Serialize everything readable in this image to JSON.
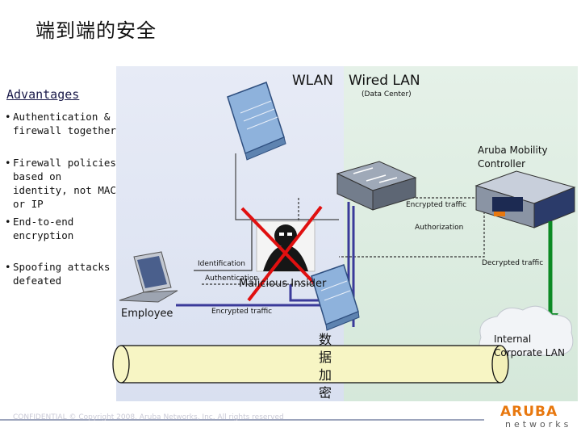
{
  "slide": {
    "title": "端到端的安全"
  },
  "advantages": {
    "title": "Advantages",
    "items": [
      {
        "line1": "Authentication &",
        "line2": "firewall together"
      },
      {
        "line1": "Firewall policies",
        "line2": "based on identity, not MAC or IP"
      },
      {
        "line1": "End-to-end",
        "line2": "encryption"
      },
      {
        "line1": "Spoofing attacks",
        "line2": "defeated"
      }
    ]
  },
  "zones": {
    "wlan": "WLAN",
    "wired": "Wired LAN",
    "wired_sub": "(Data Center)"
  },
  "controller": {
    "line1": "Aruba Mobility",
    "line2": "Controller"
  },
  "labels": {
    "encrypted_traffic_top": "Encrypted traffic",
    "authorization": "Authorization",
    "identification": "Identification",
    "authentication": "Authentication",
    "malicious_insider": "Malicious Insider",
    "decrypted_traffic": "Decrypted traffic",
    "employee": "Employee",
    "encrypted_traffic_bottom": "Encrypted traffic",
    "internal_line1": "Internal",
    "internal_line2": "Corporate LAN"
  },
  "data_encryption": {
    "c1": "数",
    "c2": "据",
    "c3": "加",
    "c4": "密"
  },
  "footer": {
    "text": "CONFIDENTIAL © Copyright 2008. Aruba Networks, Inc. All rights reserved"
  },
  "logo": {
    "name": "ARUBA",
    "tagline": "networks"
  },
  "colors": {
    "tunnel_fill": "#f7f5c4",
    "accent": "#e8780f",
    "arrow_green": "#0c8a24",
    "cross_red": "#e01010",
    "line_purple": "#3a3a9a"
  }
}
